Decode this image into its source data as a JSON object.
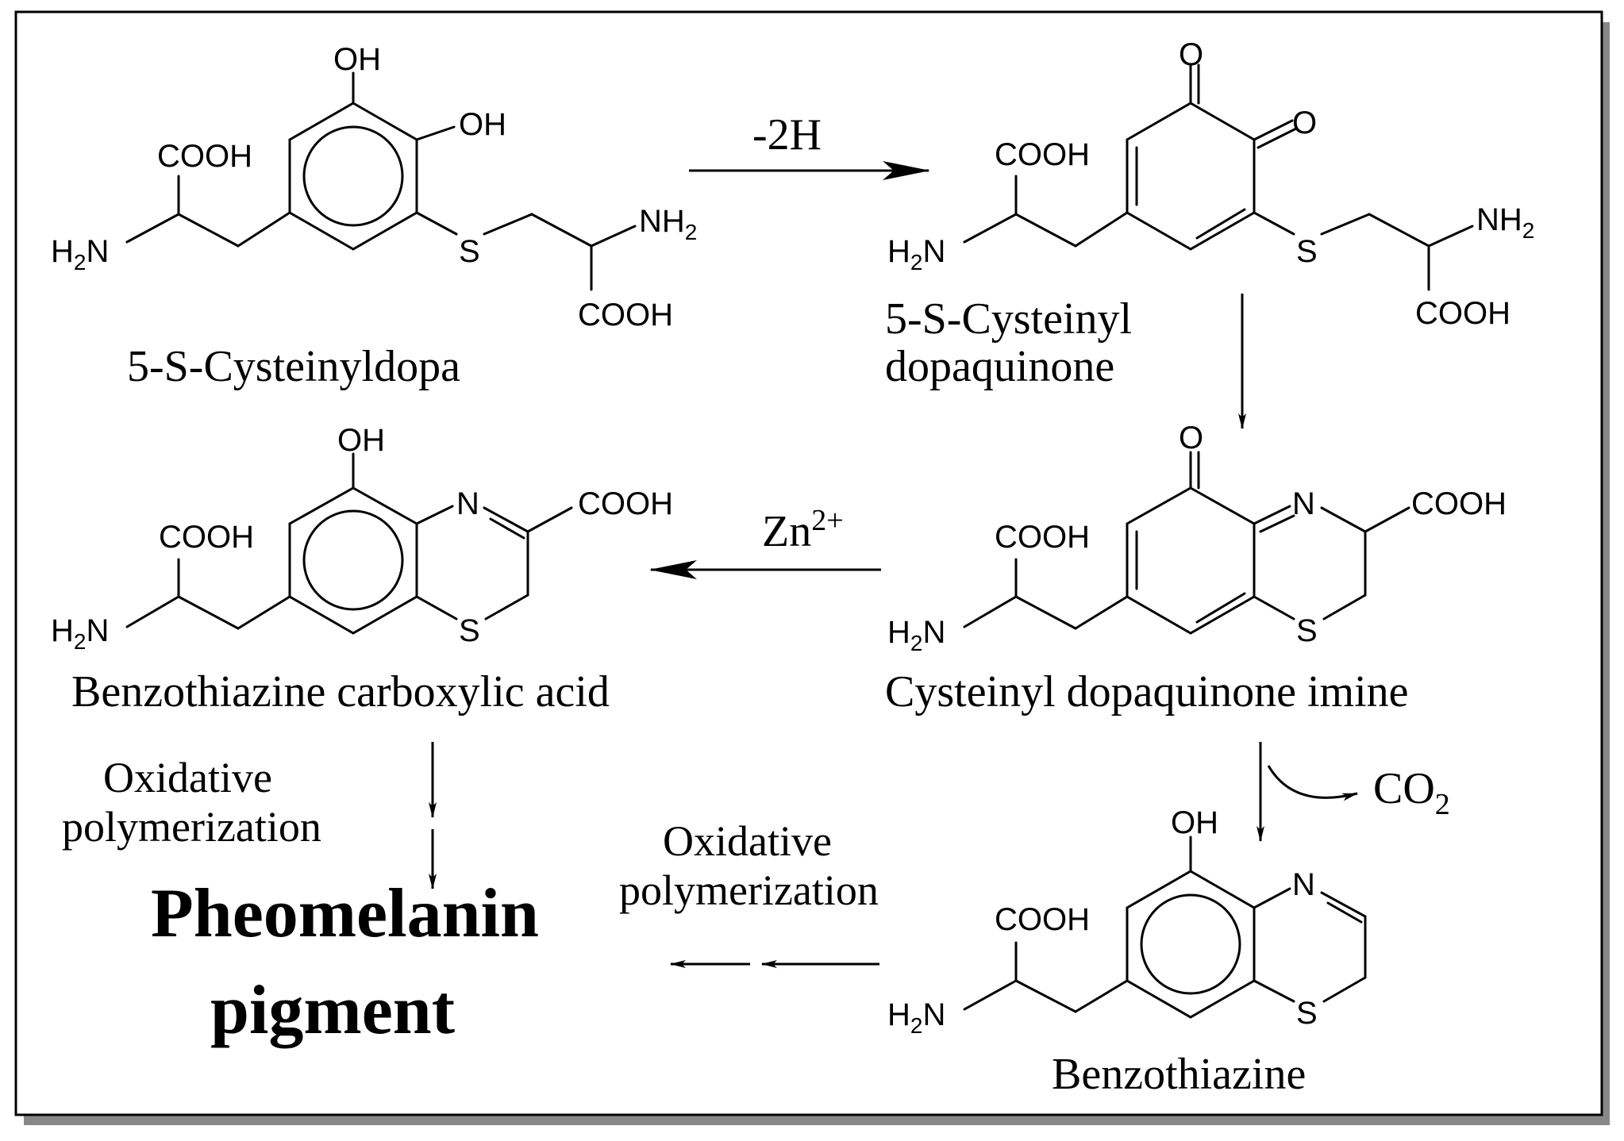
{
  "molecules": {
    "cysteinyldopa": {
      "name": "5-S-Cysteinyldopa",
      "oh_top": "OH",
      "oh_right": "OH",
      "cooh_left": "COOH",
      "h2n": "H",
      "h2n_sub": "2",
      "h2n_n": "N",
      "s": "S",
      "nh2": "NH",
      "nh2_sub": "2",
      "cooh_bottom": "COOH"
    },
    "dopaquinone": {
      "name_line1": "5-S-Cysteinyl",
      "name_line2": "dopaquinone",
      "o_top": "O",
      "o_right": "O",
      "cooh_left": "COOH",
      "h2n": "H",
      "h2n_sub": "2",
      "h2n_n": "N",
      "s": "S",
      "nh2": "NH",
      "nh2_sub": "2",
      "cooh_bottom": "COOH"
    },
    "imine": {
      "name": "Cysteinyl dopaquinone imine",
      "o_top": "O",
      "n": "N",
      "cooh_right": "COOH",
      "cooh_left": "COOH",
      "h2n": "H",
      "h2n_sub": "2",
      "h2n_n": "N",
      "s": "S"
    },
    "carboxylic": {
      "name": "Benzothiazine carboxylic acid",
      "oh_top": "OH",
      "n": "N",
      "cooh_right": "COOH",
      "cooh_left": "COOH",
      "h2n": "H",
      "h2n_sub": "2",
      "h2n_n": "N",
      "s": "S"
    },
    "benzothiazine": {
      "name": "Benzothiazine",
      "oh_top": "OH",
      "n": "N",
      "cooh_left": "COOH",
      "h2n": "H",
      "h2n_sub": "2",
      "h2n_n": "N",
      "s": "S"
    }
  },
  "reactions": {
    "minus_2h": "-2H",
    "zn": "Zn",
    "zn_sup": "2+",
    "co2": "CO",
    "co2_sub": "2",
    "oxidative_left_1": "Oxidative",
    "oxidative_left_2": "polymerization",
    "oxidative_mid_1": "Oxidative",
    "oxidative_mid_2": "polymerization"
  },
  "product": {
    "line1": "Pheomelanin",
    "line2": "pigment"
  }
}
